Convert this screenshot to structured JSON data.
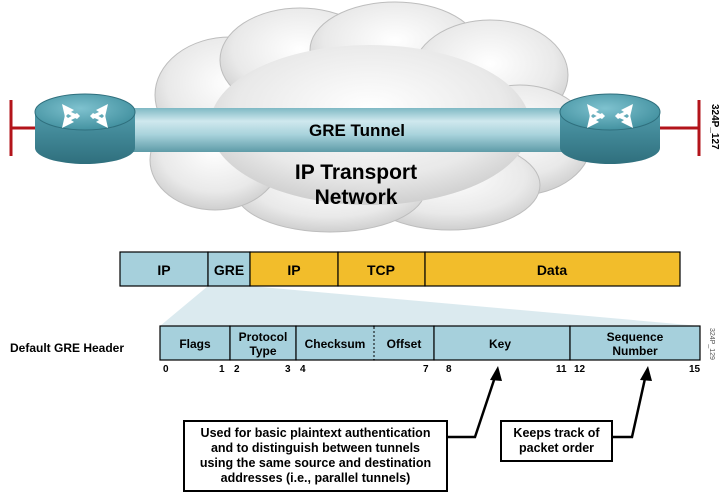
{
  "tunnel": {
    "tunnel_label": "GRE Tunnel",
    "network_line1": "IP Transport",
    "network_line2": "Network",
    "figure_id_top": "324P_127"
  },
  "packet": {
    "segments": [
      "IP",
      "GRE",
      "IP",
      "TCP",
      "Data"
    ],
    "colors": {
      "outer": "#a6d0dc",
      "inner": "#f2bd2b",
      "border": "#000000"
    }
  },
  "header": {
    "label": "Default GRE Header",
    "fields": [
      "Flags",
      "Protocol Type",
      "Checksum",
      "Offset",
      "Key",
      "Sequence Number"
    ],
    "bits": [
      "0",
      "1",
      "2",
      "3",
      "4",
      "7",
      "8",
      "11",
      "12",
      "15"
    ],
    "figure_id_side": "324P_129"
  },
  "callouts": {
    "key_note": [
      "Used for basic plaintext authentication",
      "and to distinguish between tunnels",
      "using the same source and destination",
      "addresses (i.e., parallel tunnels)"
    ],
    "sequence_note": [
      "Keeps track of",
      "packet order"
    ]
  }
}
